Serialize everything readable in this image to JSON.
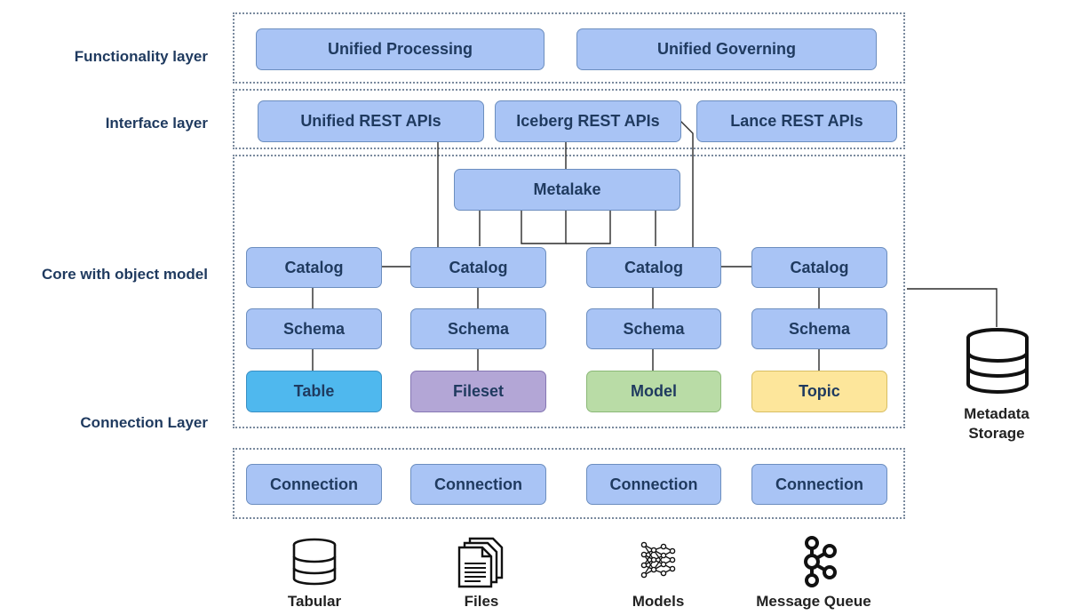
{
  "layers": {
    "functionality": "Functionality layer",
    "interface": "Interface layer",
    "core": "Core with object model",
    "connection": "Connection Layer"
  },
  "functionality": {
    "processing": "Unified Processing",
    "governing": "Unified Governing"
  },
  "interface": {
    "unified_rest": "Unified REST APIs",
    "iceberg_rest": "Iceberg REST APIs",
    "lance_rest": "Lance REST APIs"
  },
  "core": {
    "metalake": "Metalake",
    "catalog": "Catalog",
    "schema": "Schema",
    "objects": [
      "Table",
      "Fileset",
      "Model",
      "Topic"
    ]
  },
  "connection": {
    "label": "Connection"
  },
  "storage": {
    "label": "Metadata Storage"
  },
  "sources": [
    "Tabular",
    "Files",
    "Models",
    "Message Queue"
  ],
  "icons": {
    "storage": "database-icon",
    "tabular": "database-icon",
    "files": "files-icon",
    "models": "neural-network-icon",
    "message_queue": "kafka-icon"
  },
  "colors": {
    "node_fill": "#a9c4f5",
    "node_border": "#6c8ebf",
    "table": "#4fb8ee",
    "fileset": "#b3a6d6",
    "model": "#b9dca6",
    "topic": "#fde69b",
    "label_text": "#1f3a5f"
  }
}
